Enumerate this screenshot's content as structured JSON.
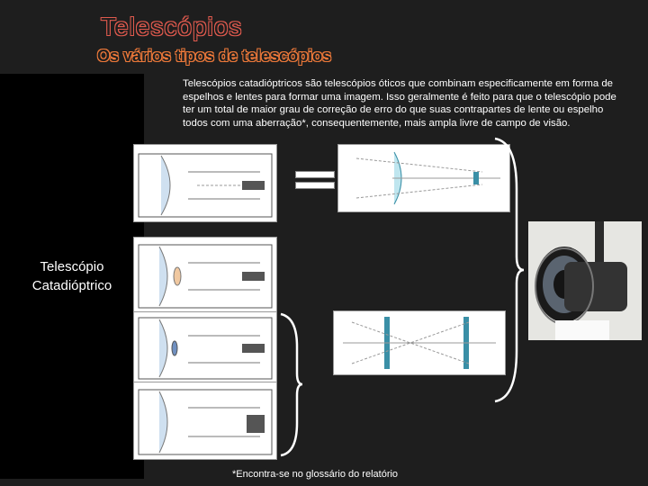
{
  "header": {
    "title": "Telescópios",
    "subtitle": "Os vários tipos de telescópios"
  },
  "sidebar": {
    "label_line1": "Telescópio",
    "label_line2": "Catadióptrico"
  },
  "content": {
    "bullet_symbol": "",
    "paragraph": "Telescópios catadióptricos são telescópios óticos que combinam especificamente em forma de espelhos e lentes para formar uma imagem. Isso geralmente é feito para que o telescópio pode ter um total de maior grau de correção de erro do que suas contrapartes de lente ou espelho todos com uma aberração*, consequentemente, mais ampla livre de campo de visão."
  },
  "footnote": "*Encontra-se no glossário do relatório",
  "colors": {
    "title_outline": "#e05a4e",
    "subtitle_outline": "#f07a3a",
    "background": "#1e1e1e",
    "panel": "#000000"
  }
}
